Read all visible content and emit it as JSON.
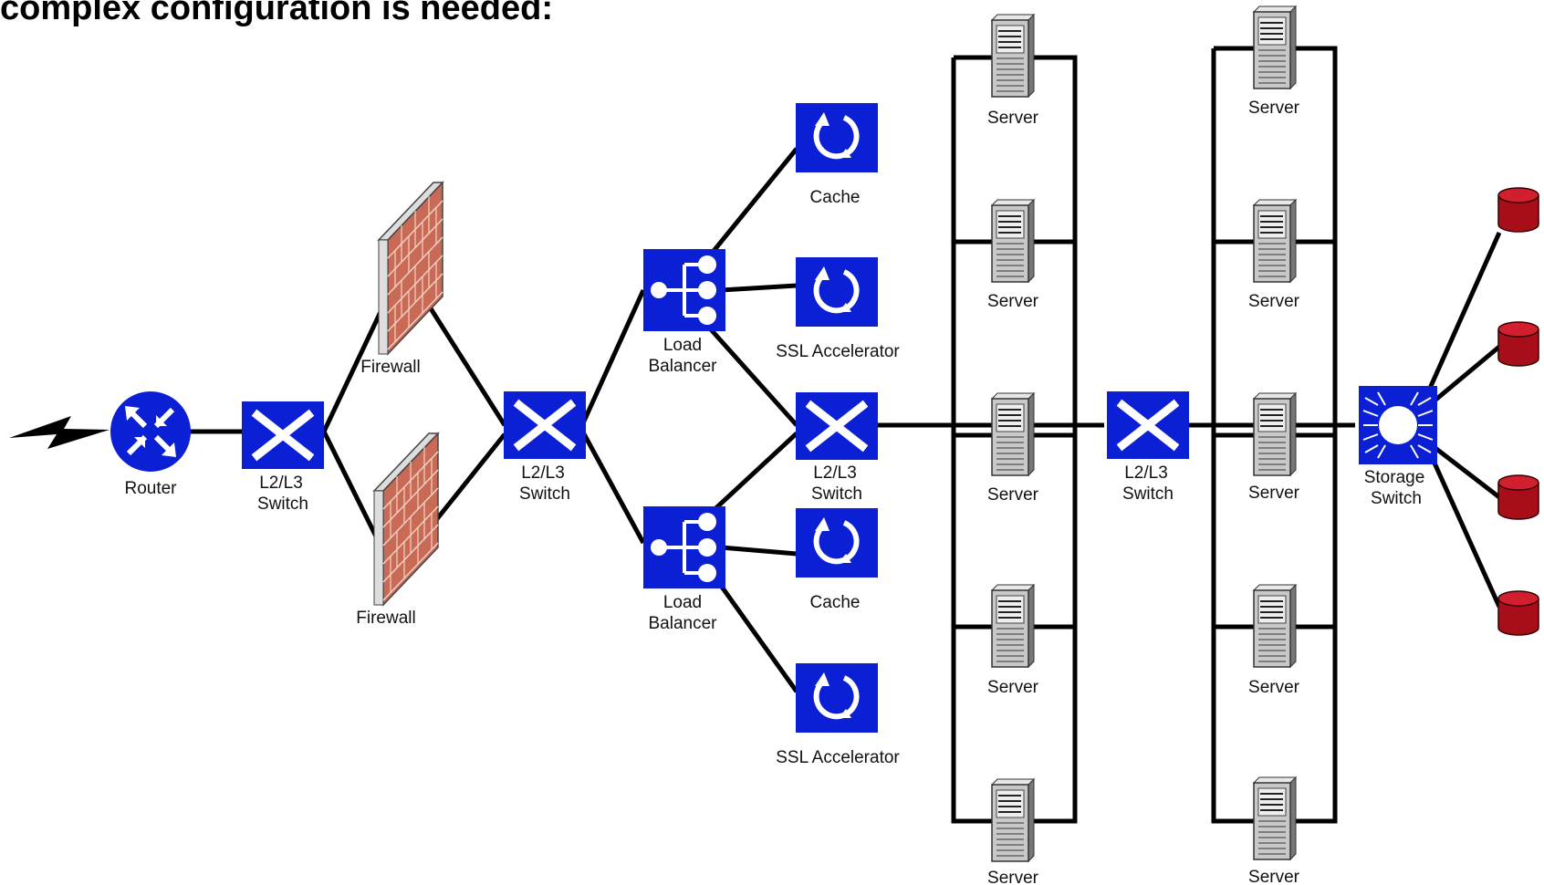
{
  "title": "complex configuration is needed:",
  "nodes": {
    "router": {
      "label": "Router"
    },
    "switch1": {
      "label1": "L2/L3",
      "label2": "Switch"
    },
    "firewall_top": {
      "label": "Firewall"
    },
    "firewall_bottom": {
      "label": "Firewall"
    },
    "switch2": {
      "label1": "L2/L3",
      "label2": "Switch"
    },
    "lb_top": {
      "label1": "Load",
      "label2": "Balancer"
    },
    "lb_bottom": {
      "label1": "Load",
      "label2": "Balancer"
    },
    "cache_top": {
      "label": "Cache"
    },
    "ssl_top": {
      "label": "SSL Accelerator"
    },
    "switch3": {
      "label1": "L2/L3",
      "label2": "Switch"
    },
    "cache_bottom": {
      "label": "Cache"
    },
    "ssl_bottom": {
      "label": "SSL Accelerator"
    },
    "switch4": {
      "label1": "L2/L3",
      "label2": "Switch"
    },
    "storage_switch": {
      "label1": "Storage",
      "label2": "Switch"
    }
  },
  "server_label": "Server",
  "servers_left": [
    "Server",
    "Server",
    "Server",
    "Server",
    "Server"
  ],
  "servers_right": [
    "Server",
    "Server",
    "Server",
    "Server",
    "Server"
  ],
  "colors": {
    "device_blue": "#0b1fd4",
    "firewall_brick": "#c96a56",
    "storage_disk": "#a80d1a",
    "link": "#000000"
  }
}
